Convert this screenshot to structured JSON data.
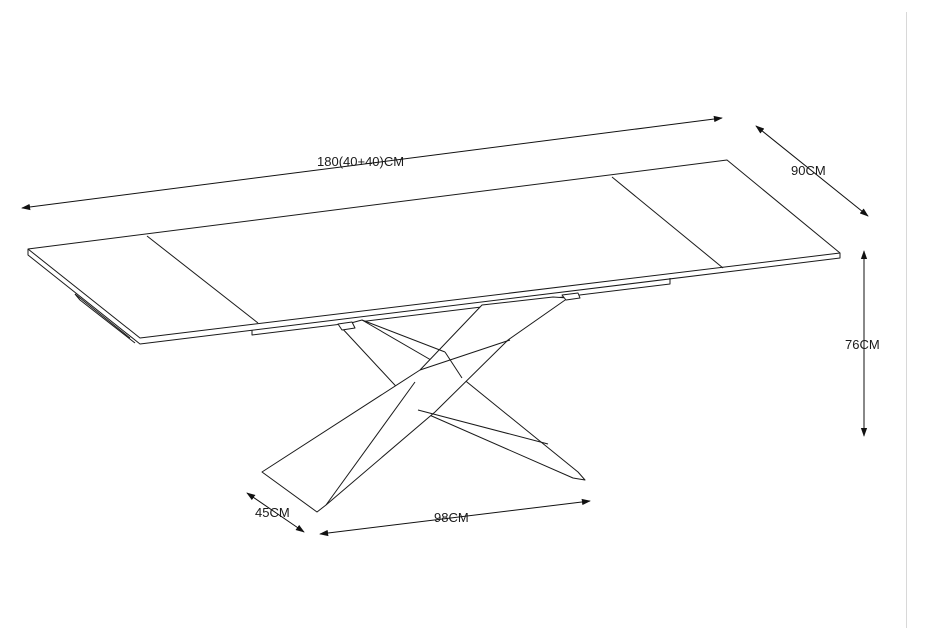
{
  "diagram": {
    "dimensions": {
      "length": "180(40+40)CM",
      "width": "90CM",
      "height": "76CM",
      "base_length": "98CM",
      "base_width": "45CM"
    }
  }
}
